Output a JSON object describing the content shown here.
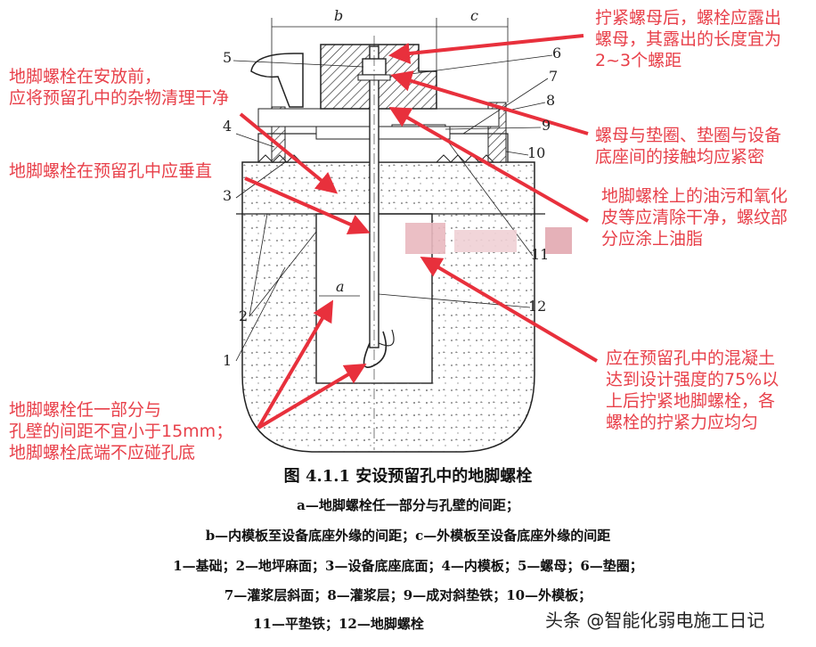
{
  "labels": {
    "dim_b": "b",
    "dim_c": "c",
    "dim_a": "a",
    "n1": "1",
    "n2": "2",
    "n3": "3",
    "n4": "4",
    "n5": "5",
    "n6": "6",
    "n7": "7",
    "n8": "8",
    "n9": "9",
    "n10": "10",
    "n11": "11",
    "n12": "12"
  },
  "notes": {
    "left_top": [
      "地脚螺栓在安放前，",
      "应将预留孔中的杂物清理干净"
    ],
    "left_mid": [
      "地脚螺栓在预留孔中应垂直"
    ],
    "left_bottom": [
      "地脚螺栓任一部分与",
      "孔壁的间距不宜小于15mm；",
      "地脚螺栓底端不应碰孔底"
    ],
    "right_1": [
      "拧紧螺母后，螺栓应露出",
      "螺母，其露出的长度宜为",
      "2~3个螺距"
    ],
    "right_2": [
      "螺母与垫圈、垫圈与设备",
      "底座间的接触均应紧密"
    ],
    "right_3": [
      "地脚螺栓上的油污和氧化",
      "皮等应清除干净，螺纹部",
      "分应涂上油脂"
    ],
    "right_4": [
      "应在预留孔中的混凝土",
      "达到设计强度的75%以",
      "上后拧紧地脚螺栓，各",
      "螺栓的拧紧力应均匀"
    ]
  },
  "caption": {
    "title": "图 4.1.1   安设预留孔中的地脚螺栓",
    "line1": "a—地脚螺栓任一部分与孔壁的间距；",
    "line2": "b—内模板至设备底座外缘的间距；c—外模板至设备底座外缘的间距",
    "line3": "1—基础；2—地坪麻面；3—设备底座底面；4—内模板；5—螺母；6—垫圈；",
    "line4": "7—灌浆层斜面；8—灌浆层；9—成对斜垫铁；10—外模板；",
    "line5": "11—平垫铁；12—地脚螺栓"
  },
  "watermark": "头条 @智能化弱电施工日记",
  "colors": {
    "annotation": "#e8404a",
    "arrow": "#e8303c",
    "line": "#222222"
  }
}
